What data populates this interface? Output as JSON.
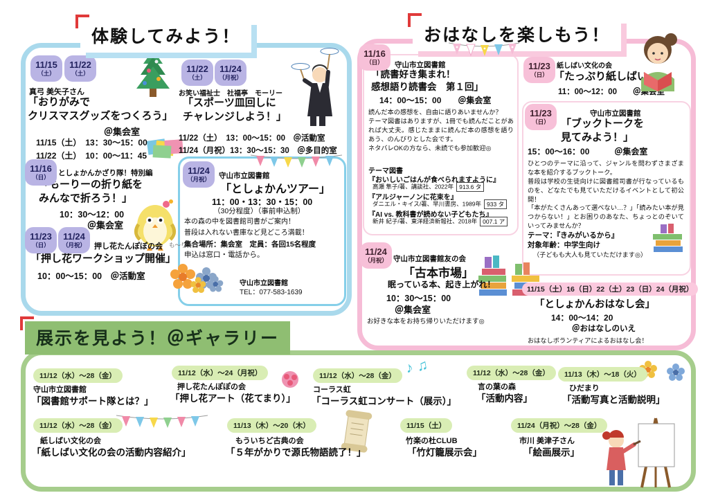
{
  "sections": {
    "taiken_title": "体験してみよう！",
    "ohanashi_title": "おはなしを楽しもう！",
    "tenji_title": "展示を見よう！＠ギャラリー"
  },
  "taiken": {
    "origami": {
      "b1d": "11/15",
      "b1w": "（土）",
      "b2d": "11/22",
      "b2w": "（土）",
      "presenter": "真弓 美矢子さん",
      "title": "「おりがみで\n クリスマスグッズをつくろう」",
      "place": "＠集会室",
      "schedule": "11/15（土）　13：30～15：00\n11/22（土）　10：00～11：45"
    },
    "sara": {
      "b1d": "11/22",
      "b1w": "（土）",
      "b2d": "11/24",
      "b2w": "（月祝）",
      "presenter": "お笑い福祉士　社福亭　モーリー",
      "title": "「スポーツ皿回しに\n チャレンジしよう！」",
      "schedule": "11/22（土）　13：00～15：00　＠活動室\n11/24（月祝）13：30～15：30　＠多目的室"
    },
    "morii": {
      "b1d": "11/16",
      "b1w": "（日）",
      "presenter": "としょかんかざり隊！特別編",
      "title": "「もーりーの折り紙を\n みんなで折ろう！」",
      "time": "10：30～12：00",
      "place": "＠集会室",
      "mascot": "も～り～"
    },
    "oshibana": {
      "b1d": "11/23",
      "b1w": "（日）",
      "b2d": "11/24",
      "b2w": "（月祝）",
      "presenter": "押し花たんぽぽの会",
      "title": "「押し花ワークショップ開催」",
      "schedule": "10：00～15：00　＠活動室"
    },
    "tour": {
      "b1d": "11/24",
      "b1w": "（月祝）",
      "org": "守山市立図書館",
      "title": "「としょかんツアー」",
      "times": "11：00・13：30・15：00",
      "note": "（30分程度）（事前申込制）",
      "desc": "本の森の中を図書館司書がご案内！\n普段は入れない書庫など見どころ満載！",
      "meeting": "集合場所：集会室　定員：各回15名程度",
      "apply": "申込は窓口・電話から。",
      "contact_org": "守山市立図書館",
      "contact_tel": "TEL：077-583-1639"
    }
  },
  "ohanashi": {
    "dokusho": {
      "bd": "11/16",
      "bw": "（日）",
      "org": "守山市立図書館",
      "title": "「読書好き集まれ！\n 感想語り読書会　第１回」",
      "time": "14：00～15：00　　＠集会室",
      "desc": "読んだ本の感想を、自由に語りあいませんか？\nテーマ図書はありますが、1冊でも読んだことがあれば大丈夫。感じたままに読んだ本の感想を語りあう、のんびりとした会です。\nネタバレOKの方なら、未読でも参加歓迎◎",
      "books_label": "テーマ図書",
      "book1_title": "『おいしいごはんが食べられますように』",
      "book1_info": "高瀬 隼子/著、講談社、2022年",
      "book1_call": "913.6 タ",
      "book2_title": "『アルジャーノンに花束を』",
      "book2_info": "ダニエル・キイス/著、早川書房、1989年",
      "book2_call": "933 タ",
      "book3_title": "『AI vs. 教科書が読めない子どもたち』",
      "book3_info": "新井 紀子/著、東洋経済新報社、2018年",
      "book3_call": "007.1 ア"
    },
    "kamishibai": {
      "bd": "11/23",
      "bw": "（日）",
      "org": "紙しばい文化の会",
      "title": "「たっぷり紙しばい」",
      "time": "11：00～12：00　　＠集会室"
    },
    "booktalk": {
      "bd": "11/23",
      "bw": "（日）",
      "org": "守山市立図書館",
      "title": "「ブックトークを\n 見てみよう！」",
      "time": "15：00～16：00　　　＠集会室",
      "desc": "ひとつのテーマに沿って、ジャンルを問わずさまざまな本を紹介するブックトーク。\n普段は学校の生徒向けに図書館司書が行なっているものを、どなたでも見ていただけるイベントとして初公開！\n「本がたくさんあって選べない…？」「読みたい本が見つからない！」とお困りのあなた、ちょっとのぞいていってみませんか？",
      "theme": "テーマ：『きみがいるから』",
      "target": "対象年齢：中学生向け",
      "note": "（子どもも大人も見ていただけます◎）"
    },
    "furuhon": {
      "bd": "11/24",
      "bw": "（月祝）",
      "org": "守山市立図書館友の会",
      "title": "「古本市場」",
      "subtitle": "眠っている本、起き上がれ！",
      "time": "10：30～15：00",
      "place": "＠集会室",
      "note": "お好きな本をお持ち帰りいただけます◎"
    },
    "ohanashikai": {
      "dates": "11/15（土）16（日）22（土）23（日）24（月祝）",
      "title": "「としょかんおはなし会」",
      "time": "14：00～14：20",
      "place": "＠おはなしのいえ",
      "note": "おはなしボランティアによるおはなし会！"
    }
  },
  "tenji": {
    "items": [
      {
        "date": "11/12（水）～28（金）",
        "org": "守山市立図書館",
        "title": "「図書館サポート隊とは？」"
      },
      {
        "date": "11/12（水）～24（月祝）",
        "org": "押し花たんぽぽの会",
        "title": "「押し花アート（花てまり）」"
      },
      {
        "date": "11/12（水）～28（金）",
        "org": "コーラス虹",
        "title": "「コーラス虹コンサート（展示）」"
      },
      {
        "date": "11/12（水）～28（金）",
        "org": "言の葉の森",
        "title": "「活動内容」"
      },
      {
        "date": "11/13（木）～18（火）",
        "org": "ひだまり",
        "title": "「活動写真と活動説明」"
      },
      {
        "date": "11/12（水）～28（金）",
        "org": "紙しばい文化の会",
        "title": "「紙しばい文化の会の活動内容紹介」"
      },
      {
        "date": "11/13（木）～20（木）",
        "org": "もういちど古典の会",
        "title": "「５年がかりで源氏物語読了！」"
      },
      {
        "date": "11/15（土）",
        "org": "竹楽の杜CLUB",
        "title": "「竹灯籠展示会」"
      },
      {
        "date": "11/24（月祝）～28（金）",
        "org": "市川 美津子さん",
        "title": "「絵画展示」"
      }
    ]
  },
  "decor": {
    "music_notes": "♪ ♫"
  },
  "colors": {
    "blue_frame": "#a9d9ec",
    "pink_frame": "#f6bcd6",
    "green_frame": "#a6cd8c",
    "badge_purple": "#b9b4e4",
    "badge_pink": "#f7c0d8",
    "badge_green": "#d9edb4",
    "title_green_bg": "#8fbe72",
    "bracket_red": "#e03a3a"
  }
}
